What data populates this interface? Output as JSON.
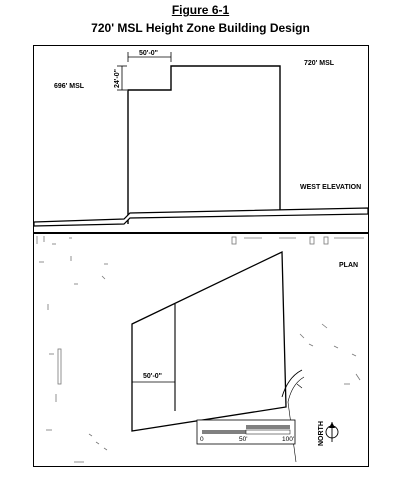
{
  "figure": {
    "label": "Figure 6-1",
    "title": "720' MSL Height Zone Building Design"
  },
  "elevation": {
    "label_720": "720' MSL",
    "label_696": "696' MSL",
    "width_dim": "50'-0\"",
    "height_dim": "24'-0\"",
    "view_label": "WEST ELEVATION"
  },
  "plan": {
    "view_label": "PLAN",
    "width_dim": "50'-0\"",
    "scale": {
      "tick_0": "0",
      "tick_50": "50'",
      "tick_100": "100'"
    },
    "north_label": "NORTH"
  }
}
